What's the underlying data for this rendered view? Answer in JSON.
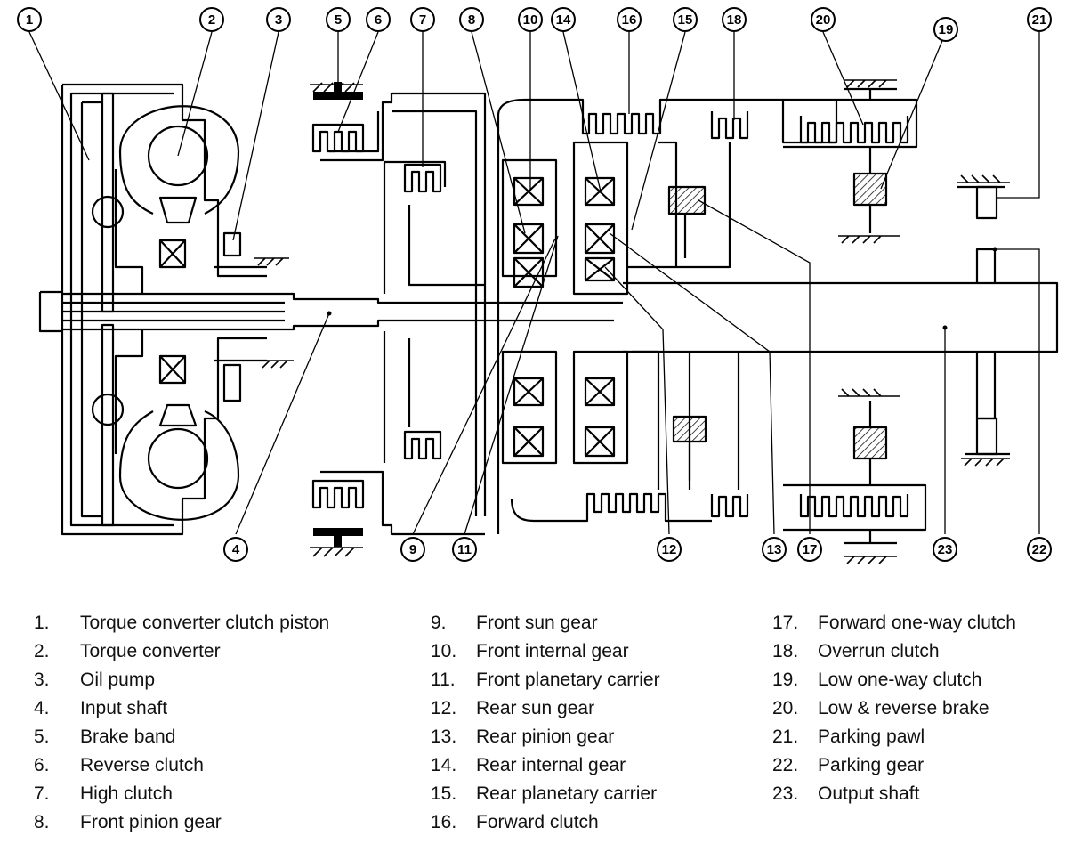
{
  "diagram": {
    "callouts": [
      "1",
      "2",
      "3",
      "4",
      "5",
      "6",
      "7",
      "8",
      "9",
      "10",
      "11",
      "12",
      "13",
      "14",
      "15",
      "16",
      "17",
      "18",
      "19",
      "20",
      "21",
      "22",
      "23"
    ]
  },
  "legend": {
    "column1": [
      {
        "num": "1.",
        "label": "Torque converter clutch piston"
      },
      {
        "num": "2.",
        "label": "Torque converter"
      },
      {
        "num": "3.",
        "label": "Oil pump"
      },
      {
        "num": "4.",
        "label": "Input shaft"
      },
      {
        "num": "5.",
        "label": "Brake band"
      },
      {
        "num": "6.",
        "label": "Reverse clutch"
      },
      {
        "num": "7.",
        "label": "High clutch"
      },
      {
        "num": "8.",
        "label": "Front pinion gear"
      }
    ],
    "column2": [
      {
        "num": "9.",
        "label": "Front sun gear"
      },
      {
        "num": "10.",
        "label": "Front internal gear"
      },
      {
        "num": "11.",
        "label": "Front planetary carrier"
      },
      {
        "num": "12.",
        "label": "Rear sun gear"
      },
      {
        "num": "13.",
        "label": "Rear pinion gear"
      },
      {
        "num": "14.",
        "label": "Rear internal gear"
      },
      {
        "num": "15.",
        "label": "Rear planetary carrier"
      },
      {
        "num": "16.",
        "label": "Forward clutch"
      }
    ],
    "column3": [
      {
        "num": "17.",
        "label": "Forward one-way clutch"
      },
      {
        "num": "18.",
        "label": "Overrun clutch"
      },
      {
        "num": "19.",
        "label": "Low one-way clutch"
      },
      {
        "num": "20.",
        "label": "Low & reverse brake"
      },
      {
        "num": "21.",
        "label": "Parking pawl"
      },
      {
        "num": "22.",
        "label": "Parking gear"
      },
      {
        "num": "23.",
        "label": "Output shaft"
      }
    ]
  }
}
